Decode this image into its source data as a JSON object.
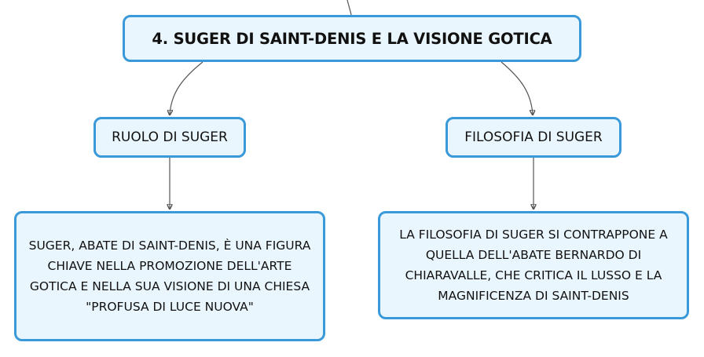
{
  "map": {
    "central_topic": "4. SUGER DI SAINT-DENIS E LA VISIONE GOTICA",
    "left_branch": {
      "label": "RUOLO DI SUGER",
      "detail": "SUGER, ABATE DI SAINT-DENIS, È UNA FIGURA CHIAVE NELLA PROMOZIONE DELL'ARTE GOTICA E NELLA SUA VISIONE DI UNA CHIESA \"PROFUSA DI LUCE NUOVA\""
    },
    "right_branch": {
      "label": "FILOSOFIA DI SUGER",
      "detail": "LA FILOSOFIA DI SUGER SI CONTRAPPONE A QUELLA DELL'ABATE BERNARDO DI CHIARAVALLE, CHE CRITICA IL LUSSO E LA MAGNIFICENZA DI SAINT-DENIS"
    }
  },
  "colors": {
    "node_border": "#3a9ad9",
    "node_fill": "#eaf6fe",
    "connector": "#555555"
  }
}
